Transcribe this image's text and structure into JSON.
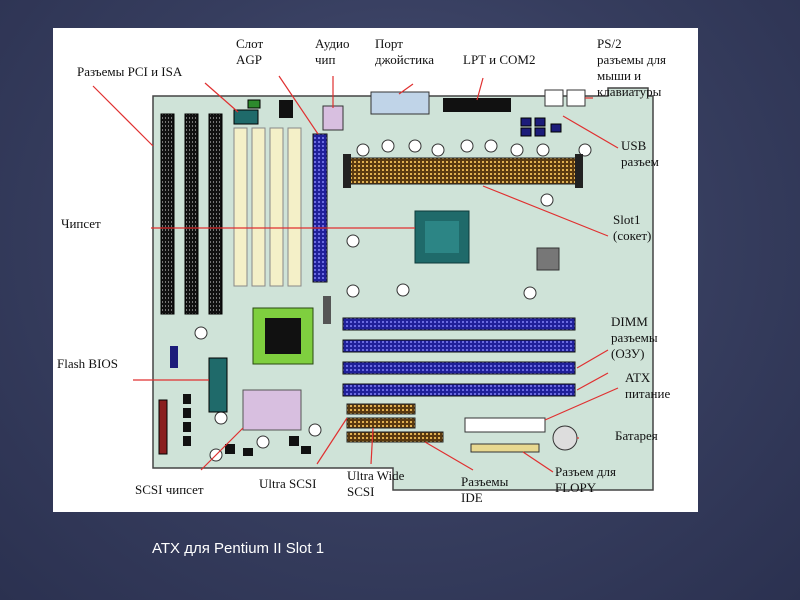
{
  "slide": {
    "caption": "ATX для Pentium II Slot 1"
  },
  "diagram": {
    "labels": {
      "pci_isa": "Разъемы PCI и ISA",
      "agp": "Слот\nAGP",
      "audio": "Аудио\nчип",
      "joystick": "Порт\nджойстика",
      "lpt_com2": "LPT и COM2",
      "ps2": "PS/2\nразъемы для\nмыши и\nклавиатуры",
      "usb": "USB\nразъем",
      "chipset": "Чипсет",
      "slot1": "Slot1\n(сокет)",
      "dimm": "DIMM\nразъемы\n(ОЗУ)",
      "flash_bios": "Flash BIOS",
      "atx_power": "ATX\nпитание",
      "battery": "Батарея",
      "scsi_chip": "SCSI чипсет",
      "ultra_scsi": "Ultra SCSI",
      "ultra_wide": "Ultra Wide\nSCSI",
      "ide": "Разъемы\nIDE",
      "floppy": "Разъем для\nFLOPY"
    },
    "colors": {
      "board": "#cfe3d8",
      "slot_dark": "#1a1a1a",
      "slot_ivory": "#f4f0c8",
      "agp": "#1c1c7a",
      "dimm": "#2a2aa0",
      "cpu_slot": "#c8a040",
      "chipset": "#1f6a6a",
      "bios_chip": "#7fcf3f",
      "scsi_chip": "#d8bfe0",
      "pointer_red": "#e03030"
    }
  }
}
